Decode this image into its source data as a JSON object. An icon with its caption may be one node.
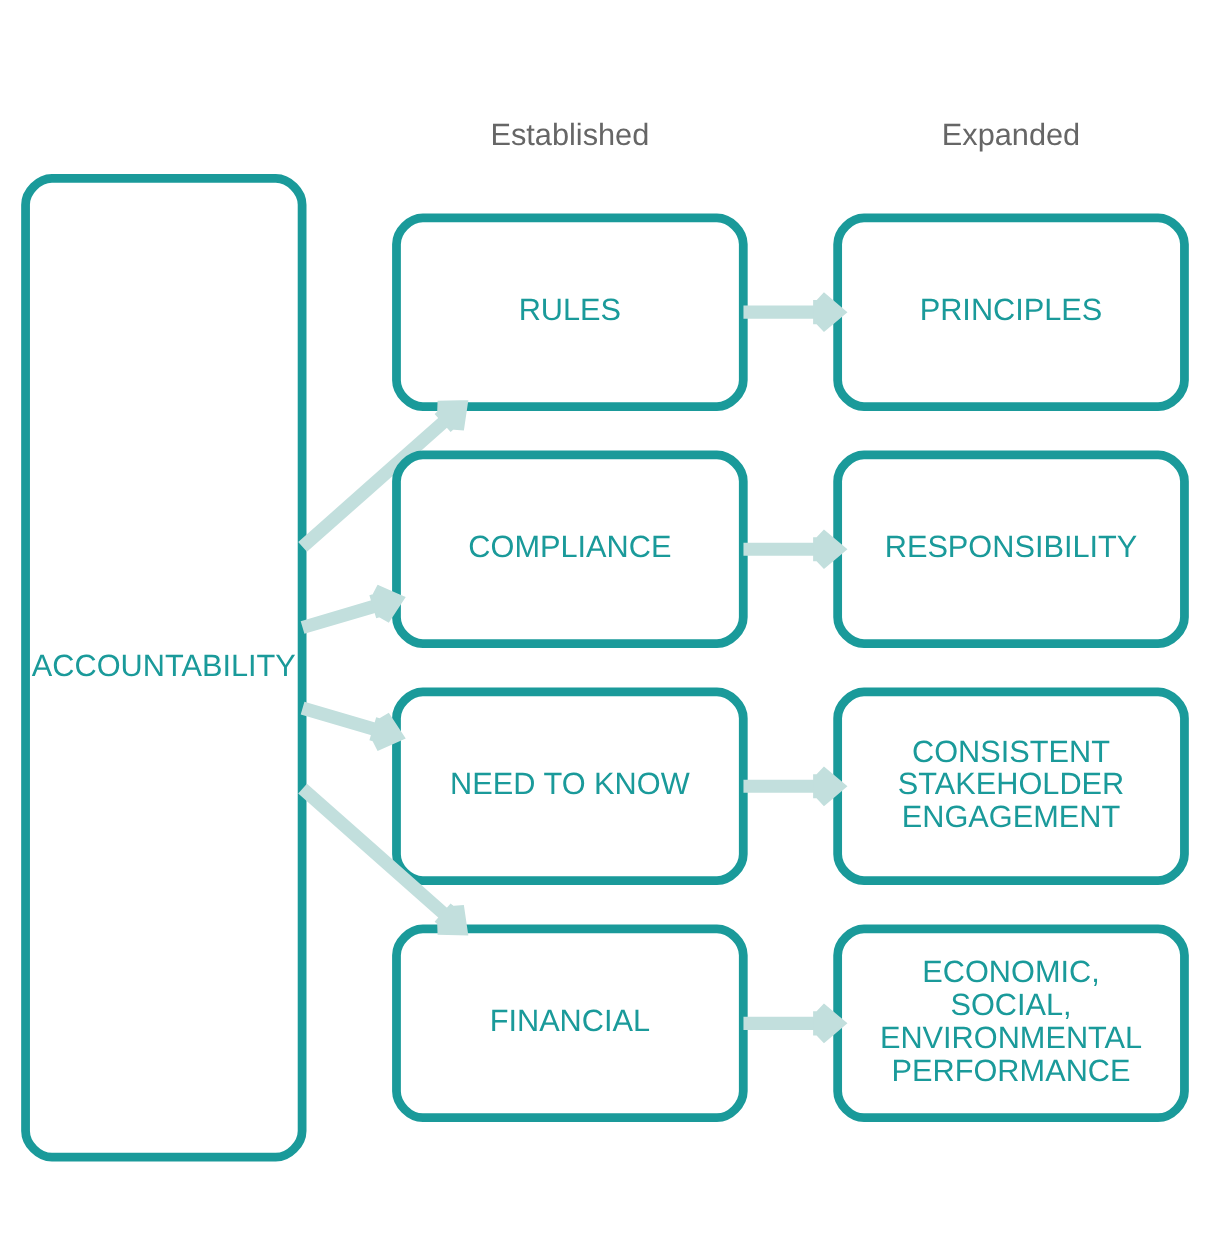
{
  "diagram": {
    "nodes": [
      {
        "text": [
          "ACCOUNTABILITY"
        ]
      },
      {
        "text": [
          "RULES"
        ]
      },
      {
        "text": [
          "COMPLIANCE"
        ]
      },
      {
        "text": [
          "NEED TO KNOW"
        ]
      },
      {
        "text": [
          "FINANCIAL"
        ]
      },
      {
        "text": [
          "PRINCIPLES"
        ]
      },
      {
        "text": [
          "RESPONSIBILITY"
        ]
      },
      {
        "text": [
          "CONSISTENT STAKEHOLDER ENGAGEMENT"
        ]
      },
      {
        "text": [
          "ECONOMIC, SOCIAL, ENVIRONMENTAL PERFORMANCE"
        ]
      }
    ],
    "edges": [
      {
        "from": 0,
        "to": 1,
        "arrow": "to"
      },
      {
        "from": 1,
        "to": 5,
        "arrow": "to"
      },
      {
        "from": 0,
        "to": 2,
        "arrow": "to"
      },
      {
        "from": 2,
        "to": 6,
        "arrow": "to"
      },
      {
        "from": 0,
        "to": 3,
        "arrow": "to"
      },
      {
        "from": 3,
        "to": 7,
        "arrow": "to"
      },
      {
        "from": 0,
        "to": 4,
        "arrow": "to"
      },
      {
        "from": 4,
        "to": 8,
        "arrow": "to"
      }
    ],
    "labels": [
      "Established",
      "Expanded"
    ]
  }
}
